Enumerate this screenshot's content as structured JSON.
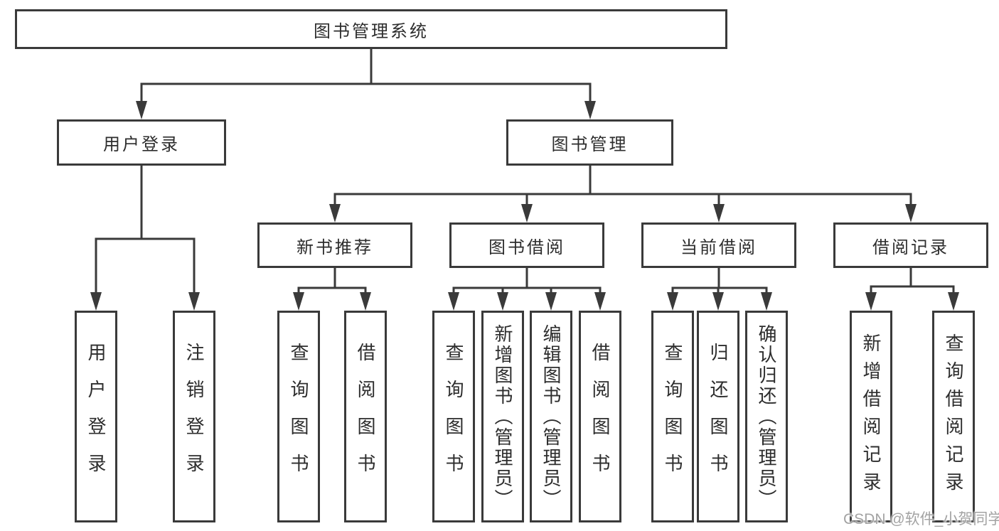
{
  "diagram": {
    "root": "图书管理系统",
    "branches": [
      {
        "label": "用户登录",
        "children": [
          "用户登录",
          "注销登录"
        ]
      },
      {
        "label": "图书管理",
        "children": [
          {
            "label": "新书推荐",
            "children": [
              "查询图书",
              "借阅图书"
            ]
          },
          {
            "label": "图书借阅",
            "children": [
              "查询图书",
              "新增图书（管理员）",
              "编辑图书（管理员）",
              "借阅图书"
            ]
          },
          {
            "label": "当前借阅",
            "children": [
              "查询图书",
              "归还图书",
              "确认归还（管理员）"
            ]
          },
          {
            "label": "借阅记录",
            "children": [
              "新增借阅记录",
              "查询借阅记录"
            ]
          }
        ]
      }
    ]
  },
  "watermark": {
    "text": "CSDN @软件_小贺同学"
  },
  "colors": {
    "line": "#3a3a3a",
    "text": "#2d2d2d",
    "watermark": "#a3a3a3",
    "background": "#ffffff"
  }
}
